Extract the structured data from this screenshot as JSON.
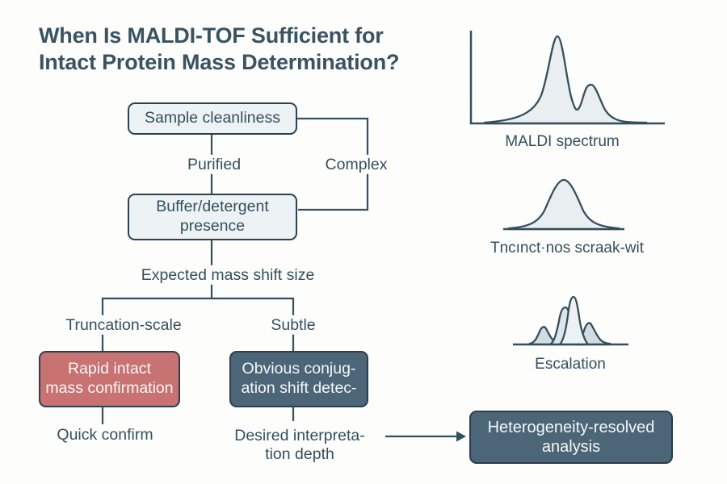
{
  "title": {
    "line1": "When Is MALDI-TOF Sufficient for",
    "line2": "Intact Protein Mass Determination?"
  },
  "flow": {
    "sample_box": "Sample cleanliness",
    "buffer_box_line1": "Buffer/detergent",
    "buffer_box_line2": "presence",
    "branch_left_label": "Purified",
    "branch_right_label": "Complex",
    "question_label": "Expected mass shift size",
    "split_left_label": "Truncation-scale",
    "split_right_label": "Subtle",
    "outcome_left_line1": "Rapid intact",
    "outcome_left_line2": "mass confirmation",
    "outcome_right_line1": "Obvious conjug-",
    "outcome_right_line2": "ation shift detec-",
    "footer_left_label": "Quick confirm",
    "footer_right_line1": "Desired interpreta-",
    "footer_right_line2": "tion depth",
    "final_box_line1": "Heterogeneity-resolved",
    "final_box_line2": "analysis"
  },
  "spectra": {
    "maldi_label": "MALDI spectrum",
    "single_label": "Tncınct·nos scraak-wit",
    "escalation_label": "Escalation"
  },
  "colors": {
    "ink": "#33505e",
    "accent_red": "#c87272",
    "accent_slate": "#4c6678",
    "box_light": "#edf2f5",
    "spectrum_fill": "#e9eef1"
  }
}
